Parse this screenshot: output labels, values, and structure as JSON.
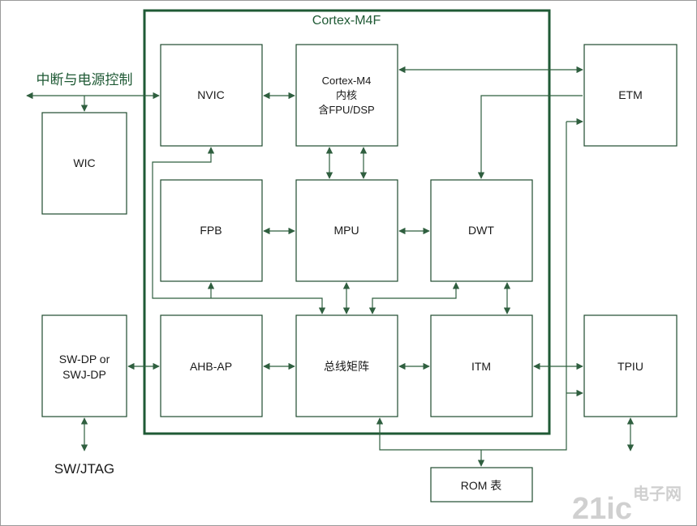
{
  "core_title": "Cortex-M4F",
  "blocks": {
    "nvic": "NVIC",
    "cortex_m4": [
      "Cortex-M4",
      "内核",
      "含FPU/DSP"
    ],
    "etm": "ETM",
    "wic": "WIC",
    "fpb": "FPB",
    "mpu": "MPU",
    "dwt": "DWT",
    "swdp": [
      "SW-DP or",
      "SWJ-DP"
    ],
    "ahb_ap": "AHB-AP",
    "bus_matrix": "总线矩阵",
    "itm": "ITM",
    "tpiu": "TPIU",
    "rom_table": "ROM 表"
  },
  "external_labels": {
    "interrupt_power": "中断与电源控制",
    "sw_jtag": "SW/JTAG"
  },
  "watermark": {
    "logo": "21ic",
    "text": "电子网"
  },
  "colors": {
    "line": "#2f5f3f",
    "core_border": "#1f5a35"
  }
}
